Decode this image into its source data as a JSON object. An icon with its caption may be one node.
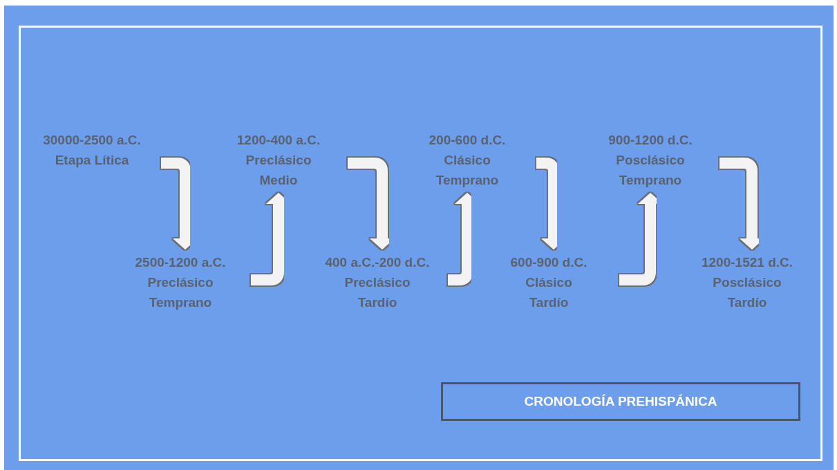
{
  "diagram": {
    "title": "CRONOLOGÍA PREHISPÁNICA",
    "nodes": [
      {
        "text": [
          "30000-2500 a.C.",
          "Etapa Lítica"
        ]
      },
      {
        "text": [
          "2500-1200 a.C.",
          "Preclásico Temprano"
        ]
      },
      {
        "text": [
          "1200-400 a.C.",
          "Preclásico Medio"
        ]
      },
      {
        "text": [
          "400 a.C.-200 d.C.",
          "Preclásico Tardío"
        ]
      },
      {
        "text": [
          "200-600 d.C.",
          "Clásico Temprano"
        ]
      },
      {
        "text": [
          "600-900 d.C.",
          "Clásico Tardío"
        ]
      },
      {
        "text": [
          "900-1200 d.C.",
          "Posclásico Temprano"
        ]
      },
      {
        "text": [
          "1200-1521 d.C.",
          "Posclásico Tardío"
        ]
      }
    ],
    "edges": [
      {
        "from": 0,
        "to": 1,
        "arrow": "to"
      },
      {
        "from": 1,
        "to": 2,
        "arrow": "to"
      },
      {
        "from": 2,
        "to": 3,
        "arrow": "to"
      },
      {
        "from": 3,
        "to": 4,
        "arrow": "to"
      },
      {
        "from": 4,
        "to": 5,
        "arrow": "to"
      },
      {
        "from": 5,
        "to": 6,
        "arrow": "to"
      },
      {
        "from": 6,
        "to": 7,
        "arrow": "to"
      }
    ]
  }
}
